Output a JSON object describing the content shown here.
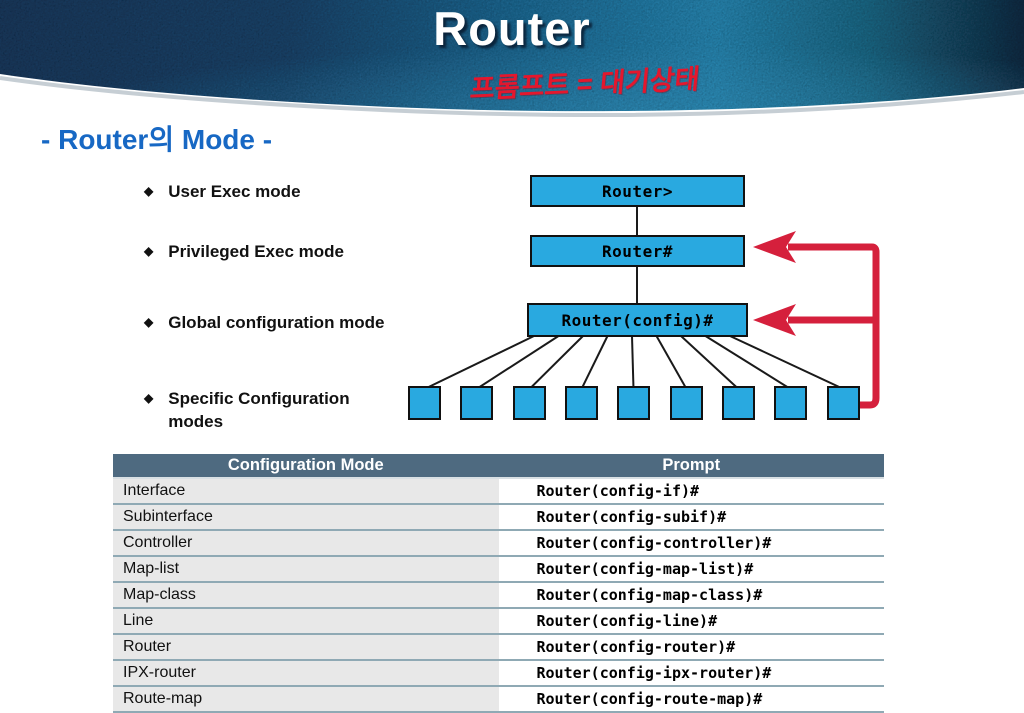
{
  "slide": {
    "title": "Router",
    "subtitle_korean": "프롬프트 = 대기상태",
    "section_heading": "- Router의 Mode -"
  },
  "colors": {
    "box_cyan": "#29a9e0",
    "arrow_red": "#d5203c",
    "table_header_bg": "#4e6a80",
    "heading_blue": "#1768c4",
    "subtitle_red": "#e4172d"
  },
  "diagram": {
    "bullets": [
      {
        "label": "User Exec mode"
      },
      {
        "label": "Privileged Exec mode"
      },
      {
        "label": "Global configuration mode"
      },
      {
        "label": "Specific Configuration\nmodes"
      }
    ],
    "mode_boxes": [
      "Router>",
      "Router#",
      "Router(config)#"
    ],
    "specific_mode_box_count": 9
  },
  "table": {
    "headers": [
      "Configuration Mode",
      "Prompt"
    ],
    "rows": [
      [
        "Interface",
        "Router(config-if)#"
      ],
      [
        "Subinterface",
        "Router(config-subif)#"
      ],
      [
        "Controller",
        "Router(config-controller)#"
      ],
      [
        "Map-list",
        "Router(config-map-list)#"
      ],
      [
        "Map-class",
        "Router(config-map-class)#"
      ],
      [
        "Line",
        "Router(config-line)#"
      ],
      [
        "Router",
        "Router(config-router)#"
      ],
      [
        "IPX-router",
        "Router(config-ipx-router)#"
      ],
      [
        "Route-map",
        "Router(config-route-map)#"
      ]
    ]
  }
}
